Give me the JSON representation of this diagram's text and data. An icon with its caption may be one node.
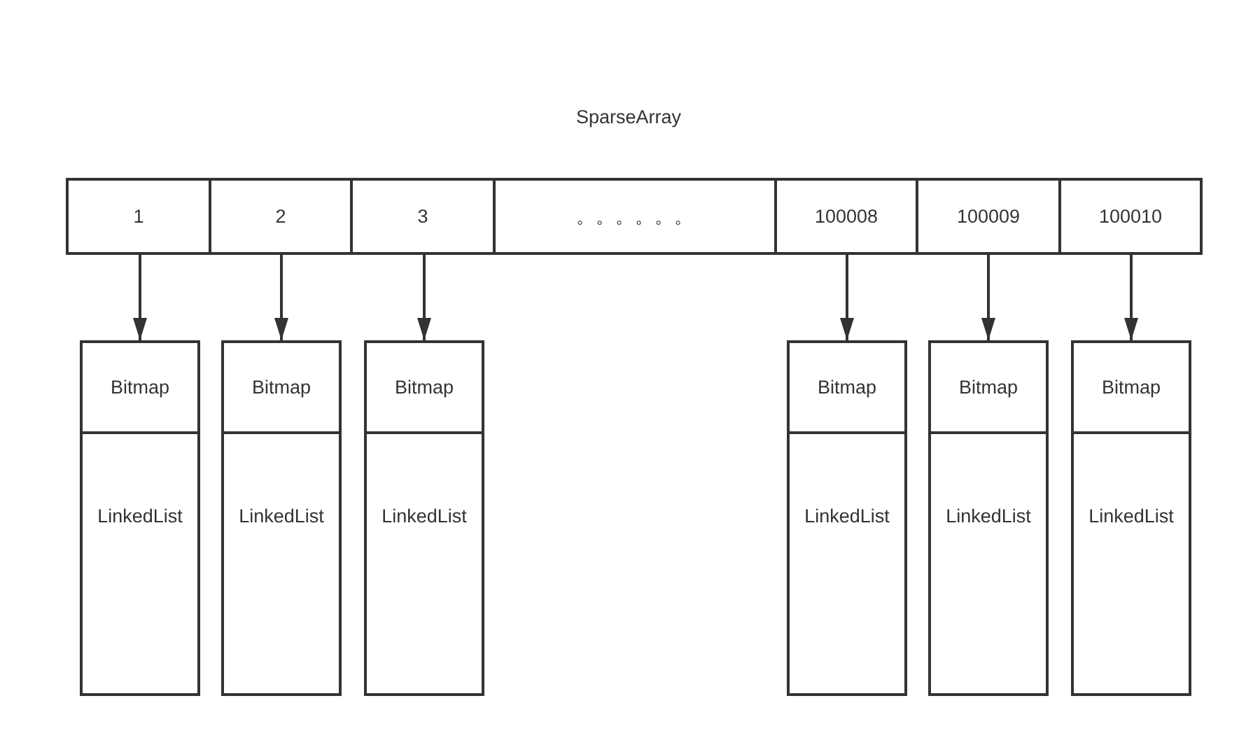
{
  "diagram": {
    "title": "SparseArray",
    "nodes": [
      {
        "text": [
          "1"
        ]
      },
      {
        "text": [
          "2"
        ]
      },
      {
        "text": [
          "3"
        ]
      },
      {
        "text": [
          "。。。。。。"
        ]
      },
      {
        "text": [
          "100008"
        ]
      },
      {
        "text": [
          "100009"
        ]
      },
      {
        "text": [
          "100010"
        ]
      },
      {
        "text": [
          "Bitmap",
          "LinkedList"
        ]
      },
      {
        "text": [
          "Bitmap",
          "LinkedList"
        ]
      },
      {
        "text": [
          "Bitmap",
          "LinkedList"
        ]
      },
      {
        "text": [
          "Bitmap",
          "LinkedList"
        ]
      },
      {
        "text": [
          "Bitmap",
          "LinkedList"
        ]
      },
      {
        "text": [
          "Bitmap",
          "LinkedList"
        ]
      }
    ],
    "edges": [
      {
        "from": 0,
        "to": 7,
        "arrow": "to"
      },
      {
        "from": 1,
        "to": 8,
        "arrow": "to"
      },
      {
        "from": 2,
        "to": 9,
        "arrow": "to"
      },
      {
        "from": 4,
        "to": 10,
        "arrow": "to"
      },
      {
        "from": 5,
        "to": 11,
        "arrow": "to"
      },
      {
        "from": 6,
        "to": 12,
        "arrow": "to"
      }
    ]
  }
}
